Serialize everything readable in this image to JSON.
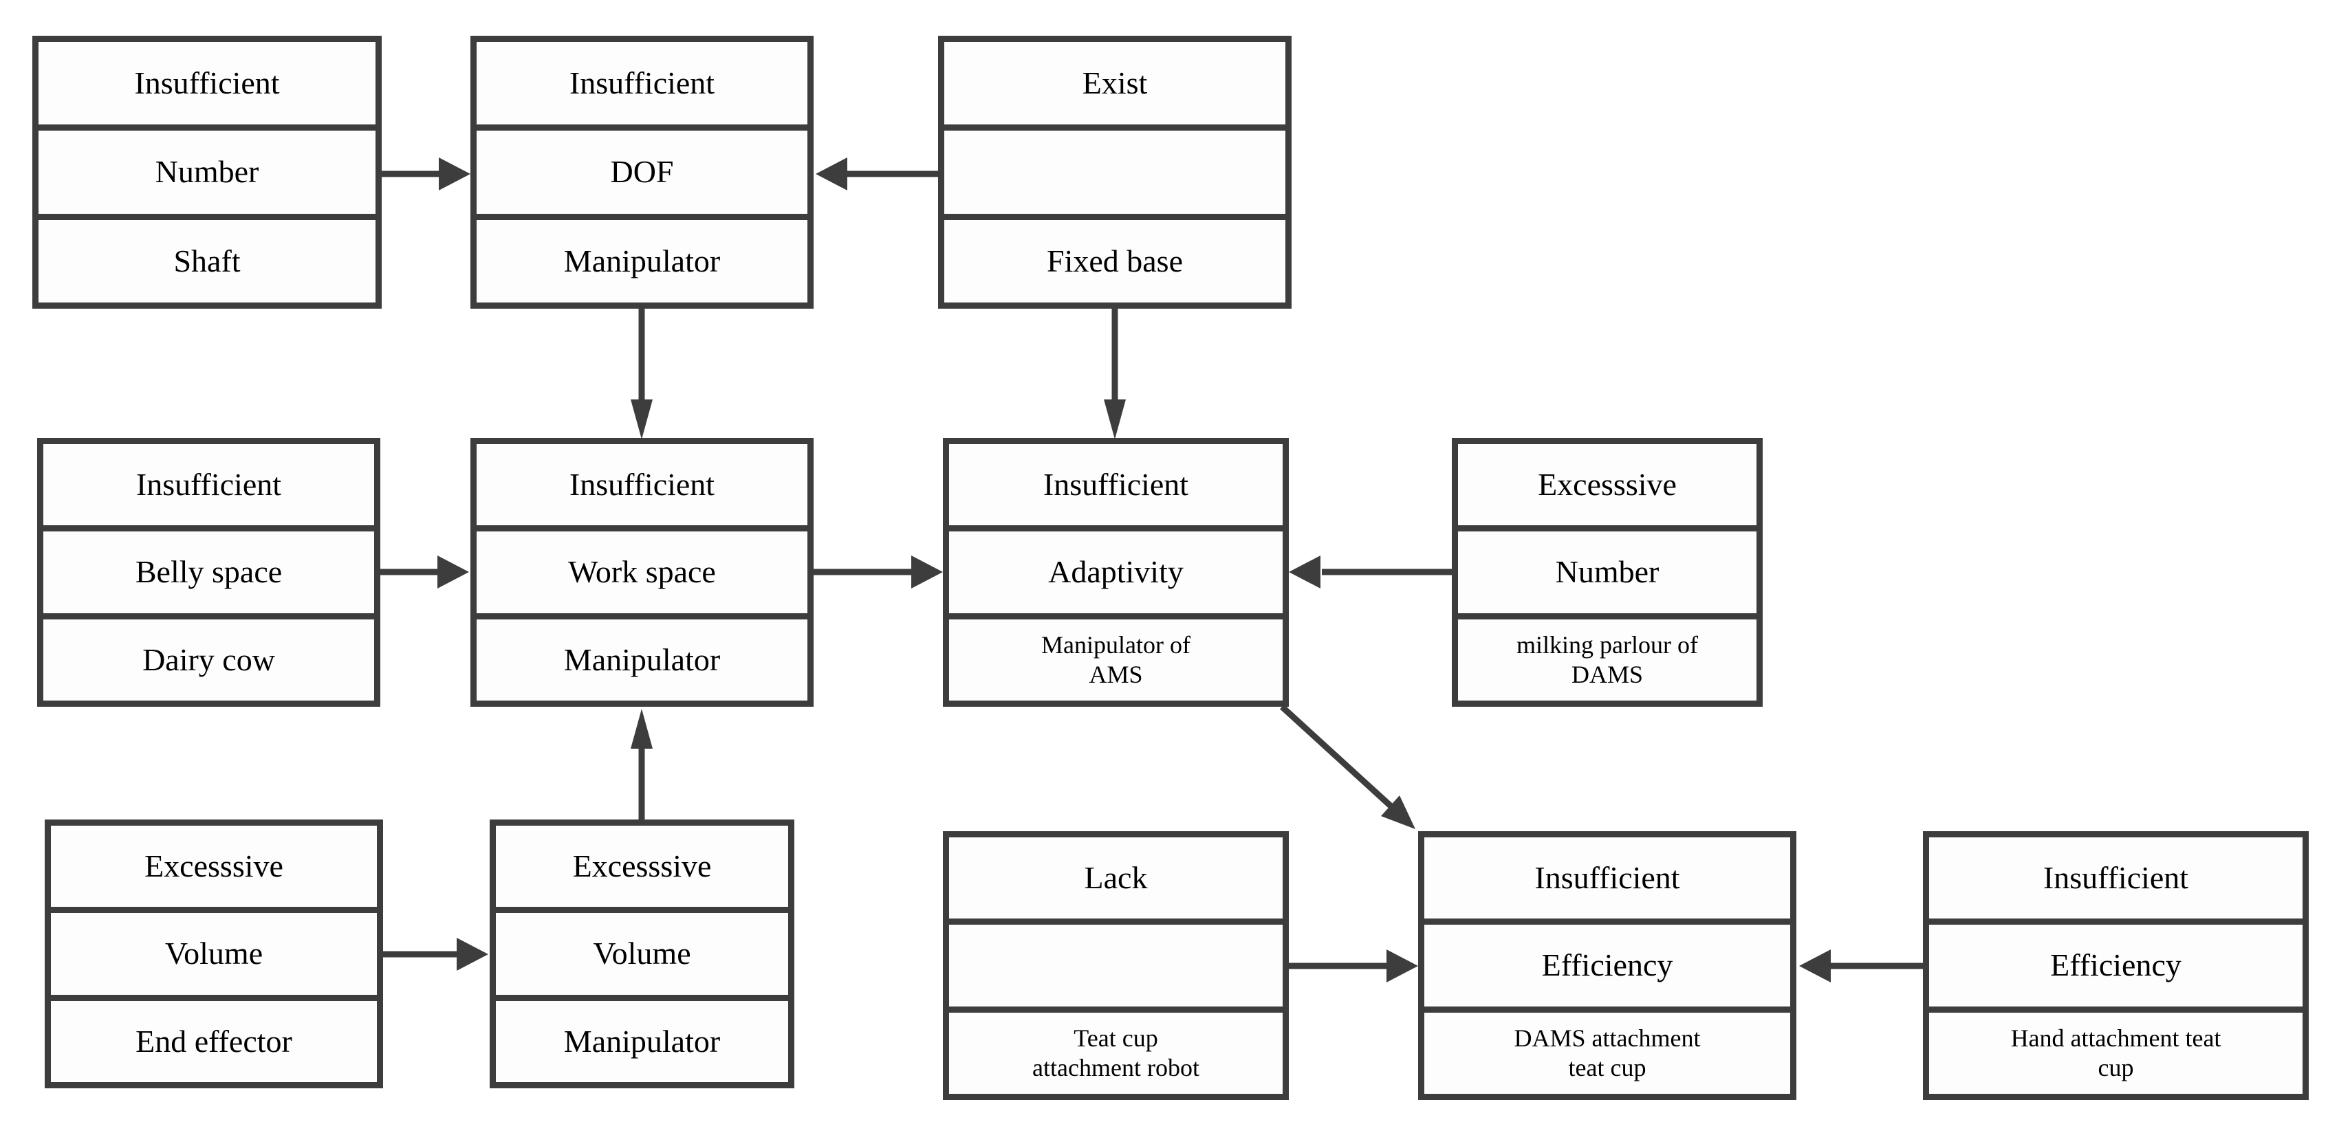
{
  "diagram": {
    "title": "problem flow diagram - automatic milking system",
    "background_color": "#ffffff",
    "border_color": "#3d3d3d",
    "text_color": "#000000"
  },
  "nodes": {
    "shaft_number": {
      "row1": "Insufficient",
      "row2": "Number",
      "row3": "Shaft"
    },
    "manipulator_dof": {
      "row1": "Insufficient",
      "row2": "DOF",
      "row3": "Manipulator"
    },
    "fixed_base_exist": {
      "row1": "Exist",
      "row2": "",
      "row3": "Fixed base"
    },
    "dairy_cow_belly_space": {
      "row1": "Insufficient",
      "row2": "Belly space",
      "row3": "Dairy cow"
    },
    "manipulator_work_space": {
      "row1": "Insufficient",
      "row2": "Work space",
      "row3": "Manipulator"
    },
    "ams_adaptivity": {
      "row1": "Insufficient",
      "row2": "Adaptivity",
      "row3": "Manipulator of AMS"
    },
    "dams_parlour_number": {
      "row1": "Excesssive",
      "row2": "Number",
      "row3": "milking parlour of DAMS"
    },
    "end_effector_volume": {
      "row1": "Excesssive",
      "row2": "Volume",
      "row3": "End effector"
    },
    "manipulator_volume": {
      "row1": "Excesssive",
      "row2": "Volume",
      "row3": "Manipulator"
    },
    "teat_cup_robot_lack": {
      "row1": "Lack",
      "row2": "",
      "row3": "Teat cup attachment robot"
    },
    "dams_attachment_efficiency": {
      "row1": "Insufficient",
      "row2": "Efficiency",
      "row3": "DAMS attachment teat cup"
    },
    "hand_attachment_efficiency": {
      "row1": "Insufficient",
      "row2": "Efficiency",
      "row3": "Hand attachment teat cup"
    }
  }
}
